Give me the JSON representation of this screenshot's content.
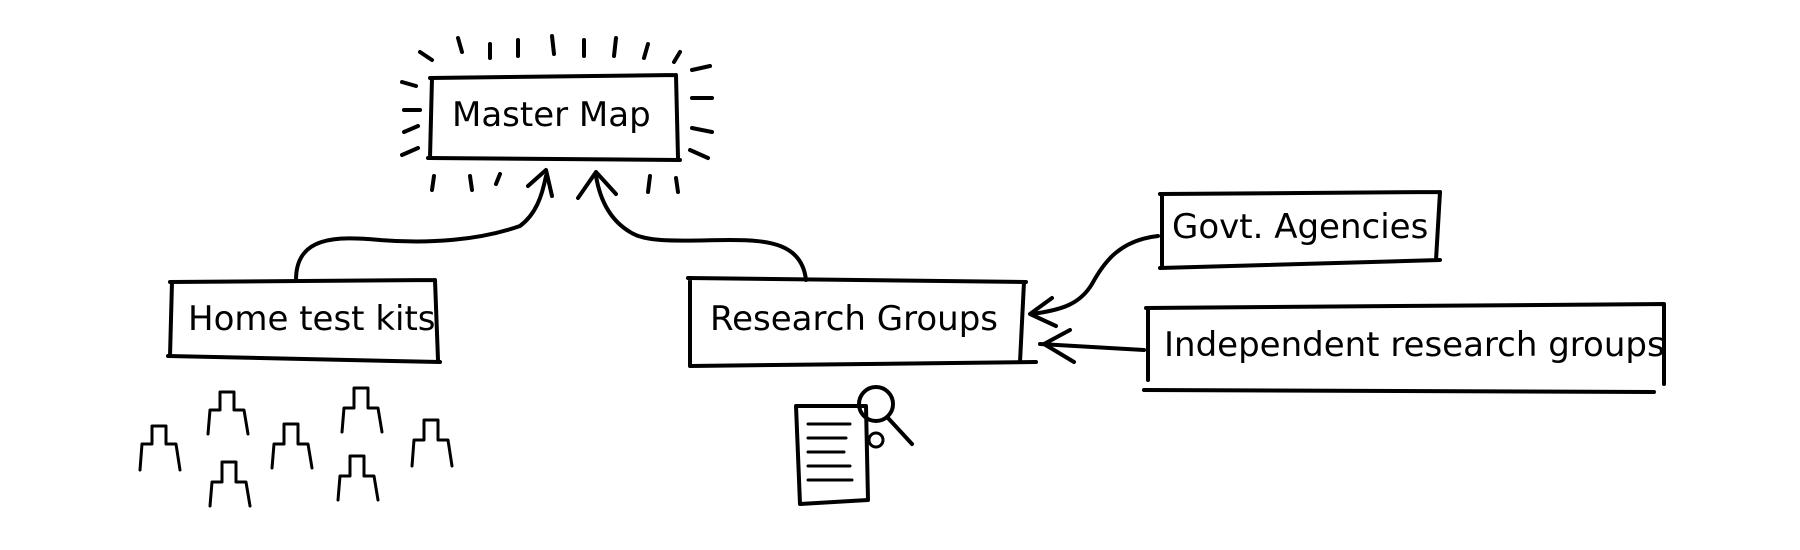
{
  "nodes": {
    "master_map": "Master Map",
    "home_test_kits": "Home test kits",
    "research_groups": "Research Groups",
    "govt_agencies": "Govt. Agencies",
    "independent_research_groups": "Independent research groups"
  },
  "edges": [
    {
      "from": "home_test_kits",
      "to": "master_map"
    },
    {
      "from": "research_groups",
      "to": "master_map"
    },
    {
      "from": "govt_agencies",
      "to": "research_groups"
    },
    {
      "from": "independent_research_groups",
      "to": "research_groups"
    }
  ],
  "icons": {
    "crowd": "people-crowd-icon",
    "document": "document-magnifier-icon"
  },
  "colors": {
    "ink": "#000000",
    "background": "#ffffff"
  }
}
